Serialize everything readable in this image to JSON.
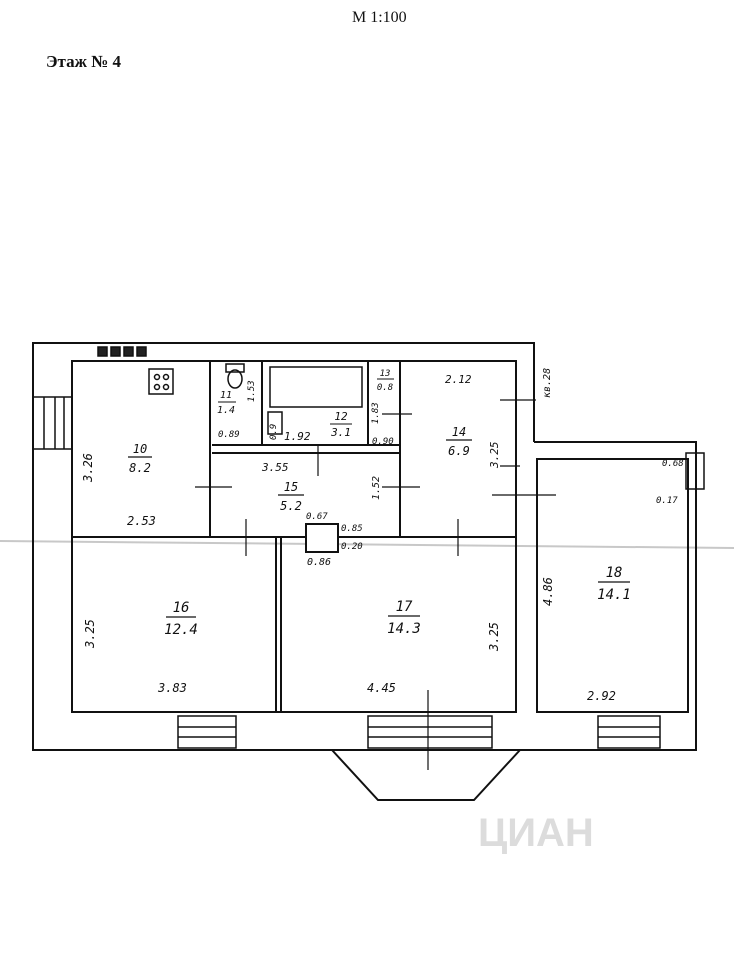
{
  "header": {
    "scale": "М 1:100",
    "floor_title": "Этаж № 4"
  },
  "watermark": "ЦИАН",
  "rooms": [
    {
      "id": "room-10",
      "number": "10",
      "area": "8.2"
    },
    {
      "id": "room-11",
      "number": "11",
      "area": "1.4"
    },
    {
      "id": "room-12",
      "number": "12",
      "area": "3.1"
    },
    {
      "id": "room-13",
      "number": "13",
      "area": "0.8"
    },
    {
      "id": "room-14",
      "number": "14",
      "area": "6.9"
    },
    {
      "id": "room-15",
      "number": "15",
      "area": "5.2"
    },
    {
      "id": "room-16",
      "number": "16",
      "area": "12.4"
    },
    {
      "id": "room-17",
      "number": "17",
      "area": "14.3"
    },
    {
      "id": "room-18",
      "number": "18",
      "area": "14.1"
    }
  ],
  "dimensions": {
    "d_3_26": "3.26",
    "d_2_53": "2.53",
    "d_0_89": "0.89",
    "d_1_53": "1.53",
    "d_0_9": "0.9",
    "d_1_92": "1.92",
    "d_1_83": "1.83",
    "d_0_90": "0.90",
    "d_2_12": "2.12",
    "d_3_25_top": "3.25",
    "d_3_55": "3.55",
    "d_1_52": "1.52",
    "d_0_67": "0.67",
    "d_0_85": "0.85",
    "d_0_20": "0.20",
    "d_0_86": "0.86",
    "d_3_25_left": "3.25",
    "d_3_83": "3.83",
    "d_4_45": "4.45",
    "d_3_25_mid": "3.25",
    "d_4_86": "4.86",
    "d_2_92": "2.92",
    "d_0_68": "0.68",
    "d_0_17": "0.17",
    "d_kv": "кв.28"
  }
}
